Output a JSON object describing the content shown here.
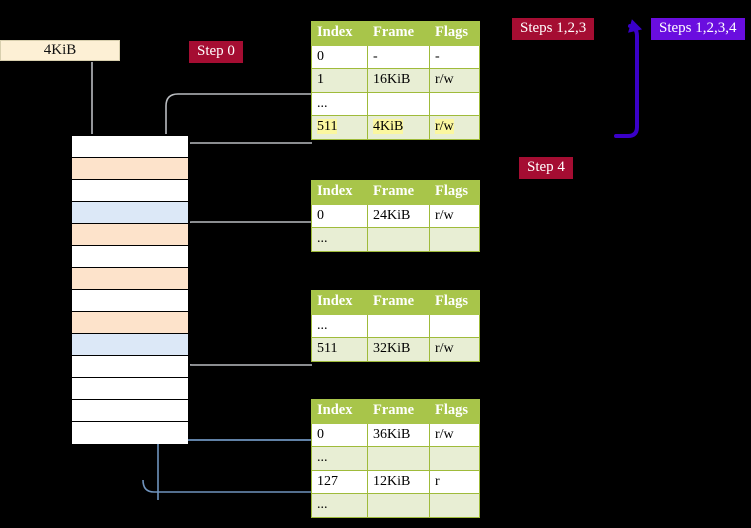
{
  "diagram": {
    "title_hidden": "",
    "background": "#000000",
    "accent_green": "#a8c54a",
    "accent_red": "#a50d32",
    "accent_purple": "#6a0ddf",
    "highlight_yellow": "#fbf7a0",
    "row_orange": "#fde3cb",
    "row_blue": "#dce8f7",
    "box_cream": "#fdf0d5"
  },
  "labels": {
    "kib_box": "4KiB",
    "step0": "Step 0",
    "step4": "Step 4",
    "steps123": "Steps 1,2,3",
    "steps1234": "Steps 1,2,3,4"
  },
  "tables": [
    {
      "id": "table-level-1",
      "headers": [
        "Index",
        "Frame",
        "Flags"
      ],
      "rows": [
        {
          "index": "0",
          "frame": "-",
          "flags": "-",
          "shade": "odd",
          "highlight": false
        },
        {
          "index": "1",
          "frame": "16KiB",
          "flags": "r/w",
          "shade": "even",
          "highlight": false
        },
        {
          "index": "...",
          "frame": "",
          "flags": "",
          "shade": "odd",
          "highlight": false
        },
        {
          "index": "511",
          "frame": "4KiB",
          "flags": "r/w",
          "shade": "even",
          "highlight": true
        }
      ]
    },
    {
      "id": "table-level-2",
      "headers": [
        "Index",
        "Frame",
        "Flags"
      ],
      "rows": [
        {
          "index": "0",
          "frame": "24KiB",
          "flags": "r/w",
          "shade": "odd",
          "highlight": false
        },
        {
          "index": "...",
          "frame": "",
          "flags": "",
          "shade": "even",
          "highlight": false
        }
      ]
    },
    {
      "id": "table-level-3",
      "headers": [
        "Index",
        "Frame",
        "Flags"
      ],
      "rows": [
        {
          "index": "...",
          "frame": "",
          "flags": "",
          "shade": "odd",
          "highlight": false
        },
        {
          "index": "511",
          "frame": "32KiB",
          "flags": "r/w",
          "shade": "even",
          "highlight": false
        }
      ]
    },
    {
      "id": "table-level-4",
      "headers": [
        "Index",
        "Frame",
        "Flags"
      ],
      "rows": [
        {
          "index": "0",
          "frame": "36KiB",
          "flags": "r/w",
          "shade": "odd",
          "highlight": false
        },
        {
          "index": "...",
          "frame": "",
          "flags": "",
          "shade": "even",
          "highlight": false
        },
        {
          "index": "127",
          "frame": "12KiB",
          "flags": "r",
          "shade": "odd",
          "highlight": false
        },
        {
          "index": "...",
          "frame": "",
          "flags": "",
          "shade": "even",
          "highlight": false
        }
      ]
    }
  ],
  "memory_column": {
    "name": "physical-memory-frames",
    "rows": [
      {
        "fill": "white"
      },
      {
        "fill": "orange"
      },
      {
        "fill": "white"
      },
      {
        "fill": "blue"
      },
      {
        "fill": "orange"
      },
      {
        "fill": "white"
      },
      {
        "fill": "orange"
      },
      {
        "fill": "white"
      },
      {
        "fill": "orange"
      },
      {
        "fill": "blue"
      },
      {
        "fill": "white"
      },
      {
        "fill": "white"
      },
      {
        "fill": "white"
      },
      {
        "fill": "white"
      }
    ]
  }
}
